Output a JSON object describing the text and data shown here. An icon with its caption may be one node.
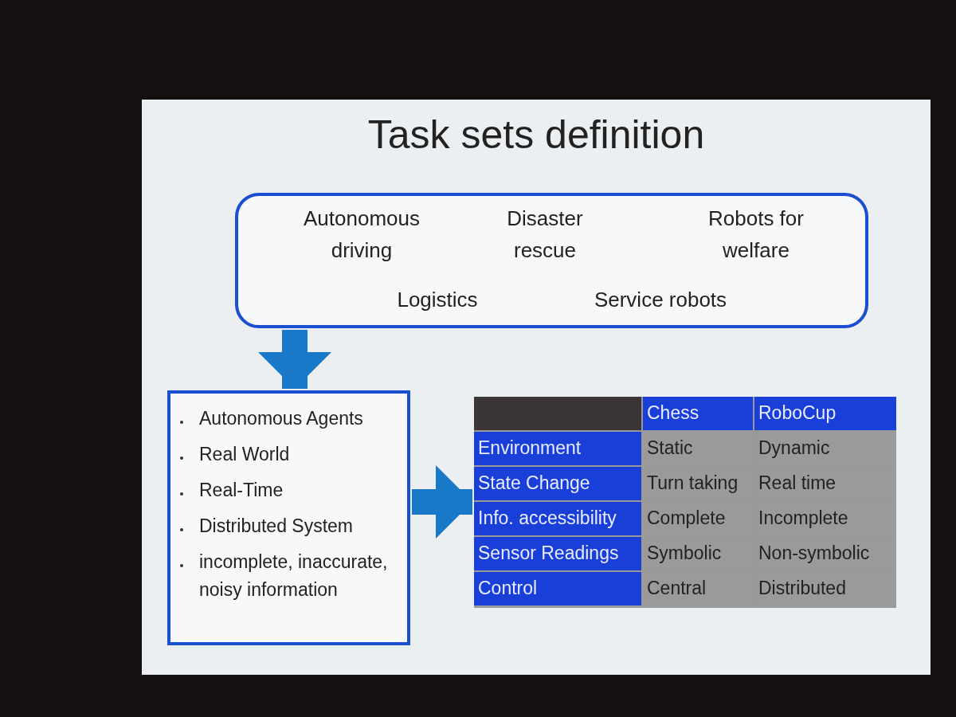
{
  "diagram": {
    "title": "Task sets definition",
    "nodes": [
      {
        "text": [
          "Autonomous driving",
          "Disaster rescue",
          "Robots for welfare",
          "Logistics",
          "Service robots"
        ]
      },
      {
        "text": [
          "Autonomous Agents",
          "Real World",
          "Real-Time",
          "Distributed System",
          "incomplete, inaccurate, noisy information"
        ]
      },
      {
        "text": [],
        "shape": "box"
      }
    ],
    "edges": [
      {
        "from": 0,
        "to": 1,
        "arrow": "to"
      },
      {
        "from": 1,
        "to": 2,
        "arrow": "to"
      }
    ],
    "labels": [
      "Chess",
      "RoboCup",
      "Environment",
      "Static",
      "Dynamic",
      "State Change",
      "Turn taking",
      "Real time",
      "Info. accessibility",
      "Complete",
      "Incomplete",
      "Sensor Readings",
      "Symbolic",
      "Non-symbolic",
      "Control",
      "Central",
      "Distributed"
    ]
  }
}
